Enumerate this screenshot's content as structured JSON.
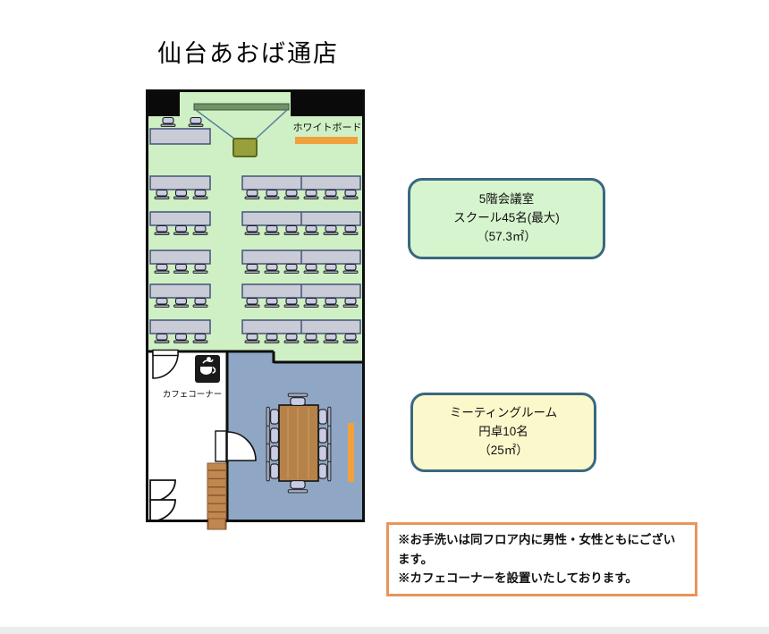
{
  "page": {
    "title": "仙台あおば通店"
  },
  "floor_plan": {
    "labels": {
      "whiteboard": "ホワイトボード",
      "cafe_corner": "カフェコーナー"
    },
    "classroom": {
      "rows": 5,
      "left_seats_per_row": 3,
      "right_seats_per_row": 6,
      "presenter_seats": 2,
      "total_seats": 45
    },
    "meeting_room": {
      "table_seats": 10
    },
    "colors": {
      "classroom_bg": "#cff0c4",
      "meeting_bg": "#8fa7c4",
      "corridor_bg": "#ffffff",
      "desk": "#c9ccd6",
      "desk_border": "#44527a",
      "chair": "#c9cce4",
      "chair_base": "#aab0c8",
      "wood_table": "#b5824a",
      "stairs": "#c08850",
      "stair_line": "#7a4e28",
      "whiteboard_bar": "#f0a03c",
      "screen": "#6f9268",
      "projector": "#97a03b",
      "projector_line": "#5580a0",
      "wall": "#0d0d0d"
    }
  },
  "callouts": {
    "classroom": {
      "lines": [
        "5階会議室",
        "スクール45名(最大)",
        "（57.3㎡）"
      ],
      "bg": "#d6f5ce",
      "border": "#39687f"
    },
    "meeting": {
      "lines": [
        "ミーティングルーム",
        "円卓10名",
        "（25㎡）"
      ],
      "bg": "#fbf8cb",
      "border": "#39687f"
    }
  },
  "notes": {
    "lines": [
      "※お手洗いは同フロア内に男性・女性ともにございます。",
      "※カフェコーナーを設置いたしております。"
    ],
    "border": "#e8955a"
  }
}
